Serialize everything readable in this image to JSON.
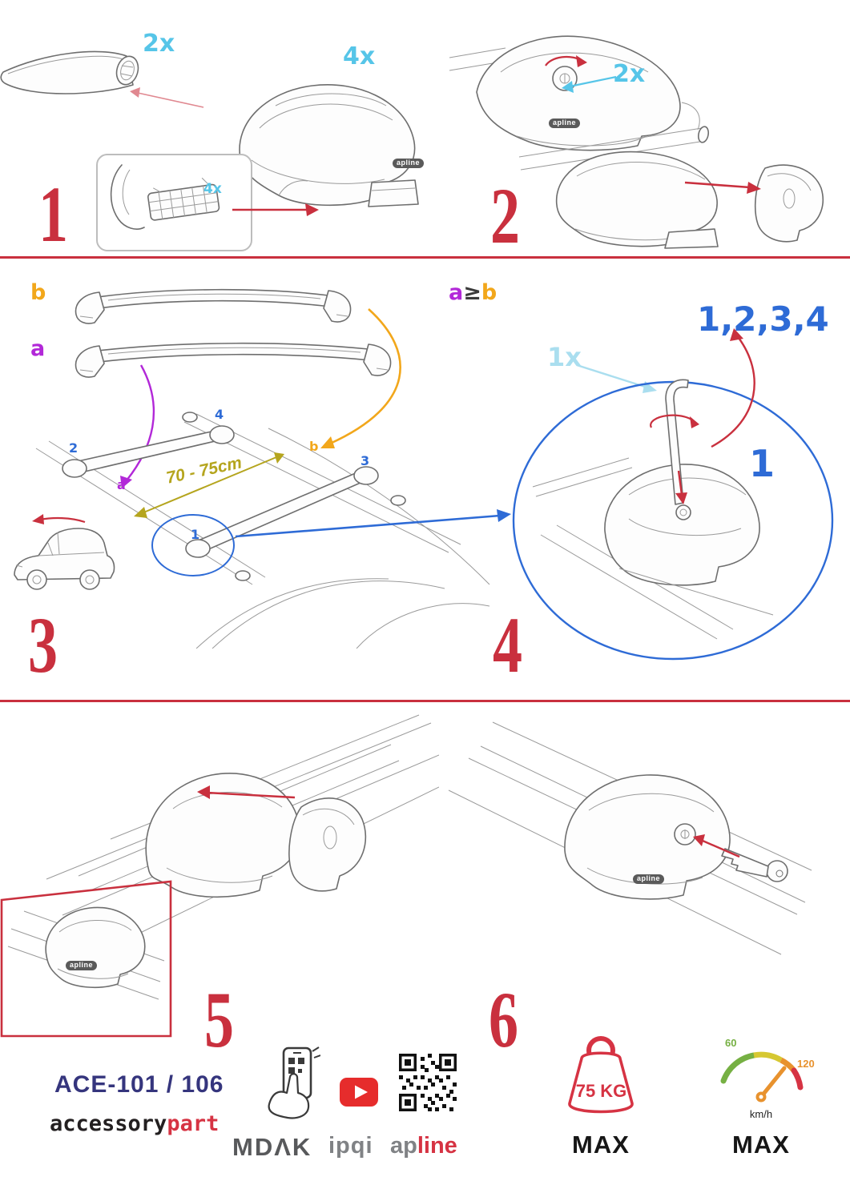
{
  "doc": {
    "steps": {
      "s1": {
        "num": "1",
        "bar_qty": "2x",
        "foot_qty": "4x",
        "pad_qty": "4x"
      },
      "s2": {
        "num": "2",
        "lock_qty": "2x"
      },
      "s3": {
        "num": "3",
        "bar_a": "a",
        "bar_b": "b",
        "distance": "70 - 75cm",
        "roof": {
          "p1": "1",
          "p2": "2",
          "p3": "3",
          "p4": "4",
          "pa": "a",
          "pb": "b"
        }
      },
      "s4": {
        "num": "4",
        "cond_a": "a",
        "cond_op": "≥",
        "cond_b": "b",
        "key_qty": "1x",
        "sequence": "1,2,3,4",
        "first": "1"
      },
      "s5": {
        "num": "5"
      },
      "s6": {
        "num": "6"
      }
    },
    "logos": {
      "apline": "apline"
    },
    "footer": {
      "model": "ACE-101 / 106",
      "brand_black": "accessory",
      "brand_red": "part",
      "mdak": "MDΛK",
      "ipqi": "ipqi",
      "apline_gray": "ap",
      "apline_red": "line",
      "weight": {
        "value": "75 KG",
        "max": "MAX"
      },
      "speed": {
        "low": "60",
        "high": "120",
        "unit": "km/h",
        "max": "MAX"
      }
    },
    "colors": {
      "step_red": "#c9303e",
      "cyan": "#56c5e8",
      "pale_cyan": "#aadeef",
      "blue": "#2e6bd6",
      "purple": "#b228d8",
      "orange": "#f2a71b",
      "olive": "#b5a51e",
      "navy": "#35357d",
      "green": "#76b043"
    }
  }
}
